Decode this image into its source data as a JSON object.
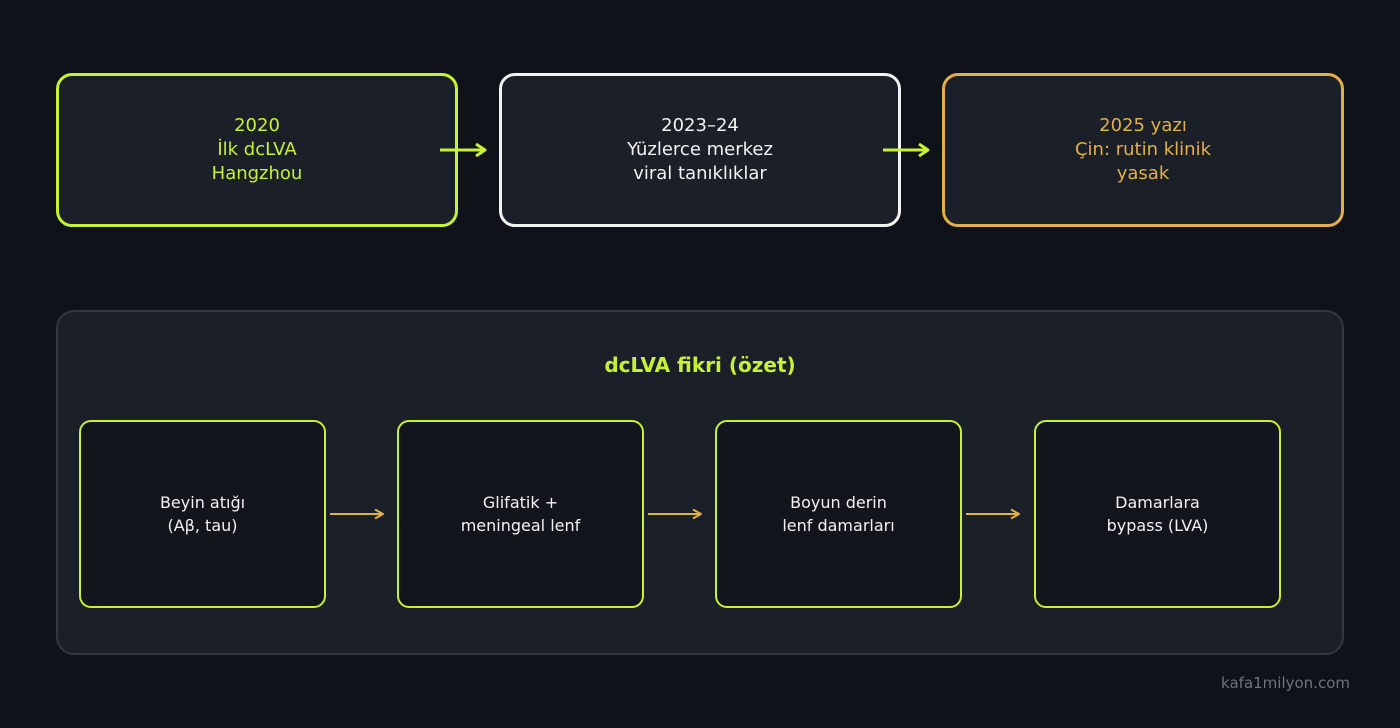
{
  "colors": {
    "background": "#0f1218",
    "panel": "#1b1f27",
    "accent_green": "#c6f135",
    "white": "#f2f2f2",
    "accent_orange": "#e2b04a",
    "muted": "#6f737b"
  },
  "timeline": [
    {
      "text": "2020\nİlk dcLVA\nHangzhou",
      "color": "#c6f135"
    },
    {
      "text": "2023–24\nYüzlerce merkez\nviral tanıklıklar",
      "color": "#f2f2f2"
    },
    {
      "text": "2025 yazı\nÇin: rutin klinik\nyasak",
      "color": "#e2b04a"
    }
  ],
  "summary": {
    "title": "dcLVA fikri (özet)",
    "steps": [
      {
        "text": "Beyin atığı\n(Aβ, tau)"
      },
      {
        "text": "Glifatik +\nmeningeal lenf"
      },
      {
        "text": "Boyun derin\nlenf damarları"
      },
      {
        "text": "Damarlara\nbypass (LVA)"
      }
    ]
  },
  "watermark": "kafa1milyon.com"
}
